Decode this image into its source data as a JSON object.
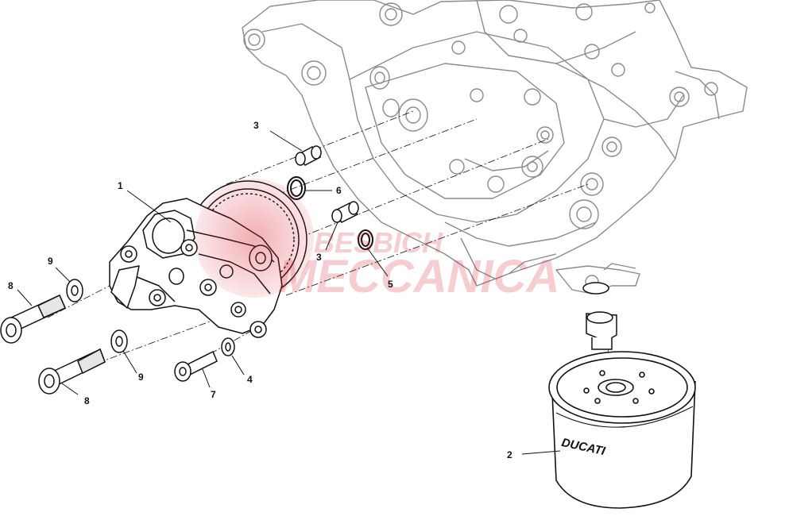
{
  "diagram": {
    "callouts": [
      {
        "id": "1",
        "label": "1"
      },
      {
        "id": "2",
        "label": "2"
      },
      {
        "id": "3a",
        "label": "3"
      },
      {
        "id": "3b",
        "label": "3"
      },
      {
        "id": "4",
        "label": "4"
      },
      {
        "id": "5",
        "label": "5"
      },
      {
        "id": "6",
        "label": "6"
      },
      {
        "id": "7",
        "label": "7"
      },
      {
        "id": "8a",
        "label": "8"
      },
      {
        "id": "8b",
        "label": "8"
      },
      {
        "id": "9a",
        "label": "9"
      },
      {
        "id": "9b",
        "label": "9"
      }
    ],
    "filter_brand": "DUCATI",
    "watermark": {
      "line1": "BESBICH",
      "line2": "MECCANICA",
      "color": "#d81b2a"
    },
    "colors": {
      "ink": "#111111",
      "housing": "#8a8a8a"
    }
  }
}
